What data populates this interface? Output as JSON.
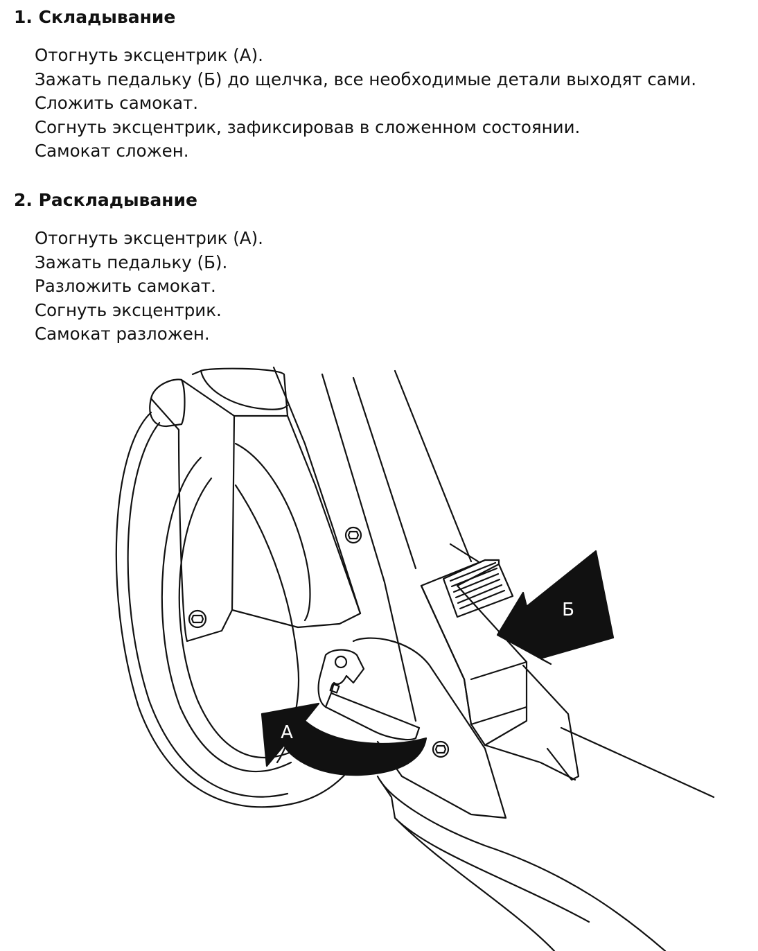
{
  "sections": [
    {
      "heading": "1. Складывание",
      "steps": [
        "Отогнуть эксцентрик (А).",
        "Зажать педальку (Б) до щелчка, все необходимые детали выходят сами.",
        "Сложить самокат.",
        "Согнуть эксцентрик, зафиксировав в сложенном состоянии.",
        "Самокат сложен."
      ]
    },
    {
      "heading": "2. Раскладывание",
      "steps": [
        "Отогнуть эксцентрик (А).",
        "Зажать педальку (Б).",
        "Разложить самокат.",
        "Согнуть эксцентрик.",
        "Самокат разложен."
      ]
    }
  ],
  "figure": {
    "label_a": "А",
    "label_b": "Б"
  }
}
